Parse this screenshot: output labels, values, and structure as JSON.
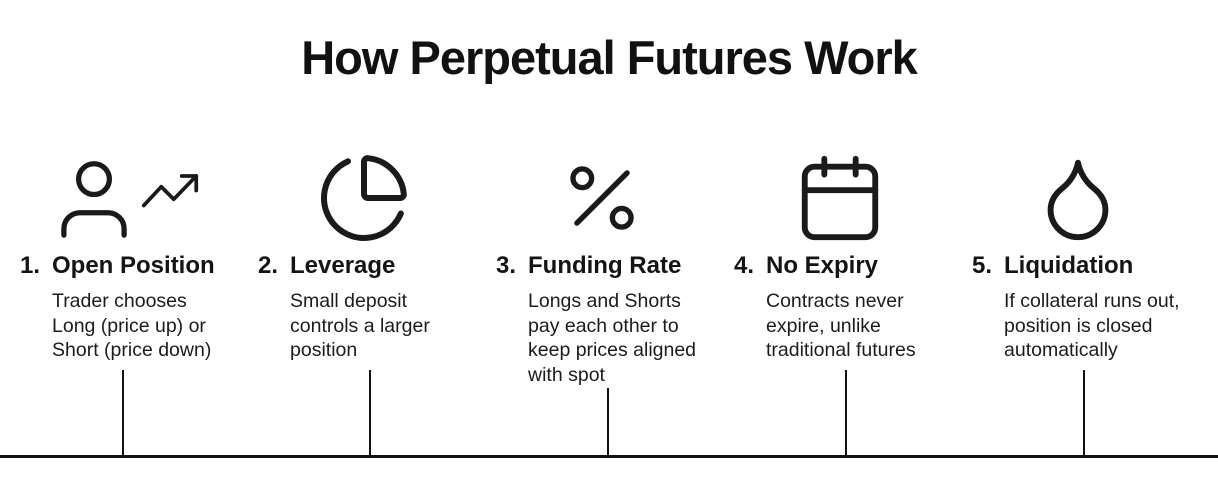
{
  "title": "How Perpetual Futures Work",
  "colors": {
    "ink": "#1a1a1a",
    "background": "#ffffff"
  },
  "steps": [
    {
      "number": "1.",
      "label": "Open Position",
      "icon": "user-trending-up-icon",
      "description": "Trader chooses Long (price up) or Short (price down)",
      "lines": [
        "Trader chooses",
        "Long (price up) or",
        "Short (price down)"
      ]
    },
    {
      "number": "2.",
      "label": "Leverage",
      "icon": "pie-chart-icon",
      "description": "Small deposit controls a larger position",
      "lines": [
        "Small deposit",
        "controls a larger",
        "position"
      ]
    },
    {
      "number": "3.",
      "label": "Funding Rate",
      "icon": "percent-icon",
      "description": "Longs and Shorts pay each other to keep prices aligned with spot",
      "lines": [
        "Longs and Shorts",
        "pay each other to",
        "keep prices aligned",
        "with spot"
      ]
    },
    {
      "number": "4.",
      "label": "No Expiry",
      "icon": "calendar-icon",
      "description": "Contracts never expire, unlike traditional futures",
      "lines": [
        "Contracts never",
        "expire, unlike",
        "traditional futures"
      ]
    },
    {
      "number": "5.",
      "label": "Liquidation",
      "icon": "droplet-icon",
      "description": "If collateral runs out, position is closed automatically",
      "lines": [
        "If collateral runs out,",
        "position is closed",
        "automatically"
      ]
    }
  ]
}
